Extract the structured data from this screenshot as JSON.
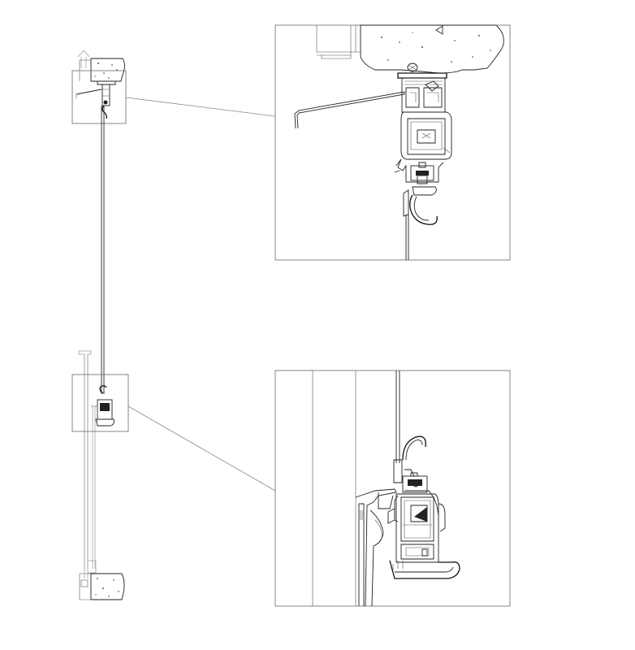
{
  "figure": {
    "kind": "technical-section-drawing",
    "subject": "window-frame-with-hanging-profile-details",
    "views": [
      {
        "id": "overall-elevation-section"
      },
      {
        "id": "detail-top-head"
      },
      {
        "id": "detail-bottom-sill"
      }
    ],
    "colors": {
      "line": "#222222",
      "frame": "#666666",
      "leader": "#888888",
      "background": "#ffffff"
    },
    "icons": [
      "arrow-up-icon",
      "hook-icon",
      "triangle-marker-icon"
    ]
  }
}
